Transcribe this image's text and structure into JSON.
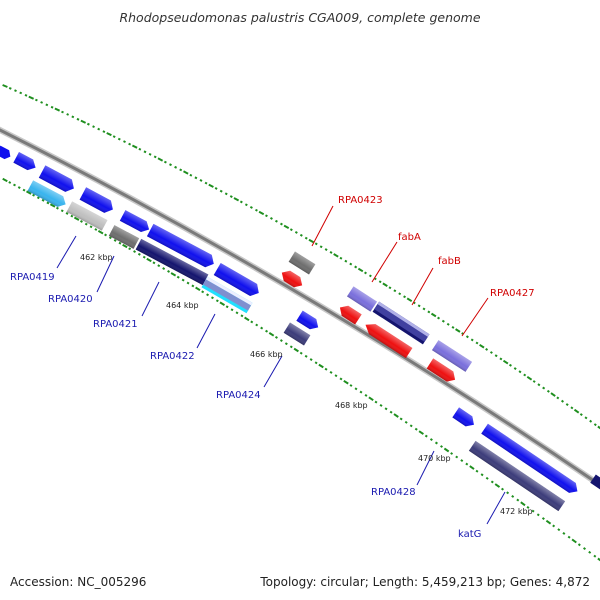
{
  "title": "Rhodopseudomonas palustris CGA009, complete genome",
  "footer": {
    "accession": "Accession: NC_005296",
    "stats": "Topology: circular; Length: 5,459,213 bp; Genes: 4,872"
  },
  "colors": {
    "backbone": "#8a8a8a",
    "tick": "#1f8f1f",
    "blue": "#1010ee",
    "navy": "#14146e",
    "slate": "#3c3c7a",
    "lavender": "#7a6fdc",
    "sky": "#38b4ee",
    "silver": "#bfbfbf",
    "gray": "#6e6e6e",
    "red": "#ee1010",
    "cyan": "#20e0ff",
    "label_blue": "#1a1ab0",
    "label_red": "#d00000"
  },
  "kbp_labels": [
    "462 kbp",
    "464 kbp",
    "466 kbp",
    "468 kbp",
    "470 kbp",
    "472 kbp"
  ],
  "gene_labels": {
    "RPA0419": "RPA0419",
    "RPA0420": "RPA0420",
    "RPA0421": "RPA0421",
    "RPA0422": "RPA0422",
    "RPA0424": "RPA0424",
    "RPA0428": "RPA0428",
    "katG": "katG",
    "RPA0423": "RPA0423",
    "fabA": "fabA",
    "fabB": "fabB",
    "RPA0427": "RPA0427"
  }
}
